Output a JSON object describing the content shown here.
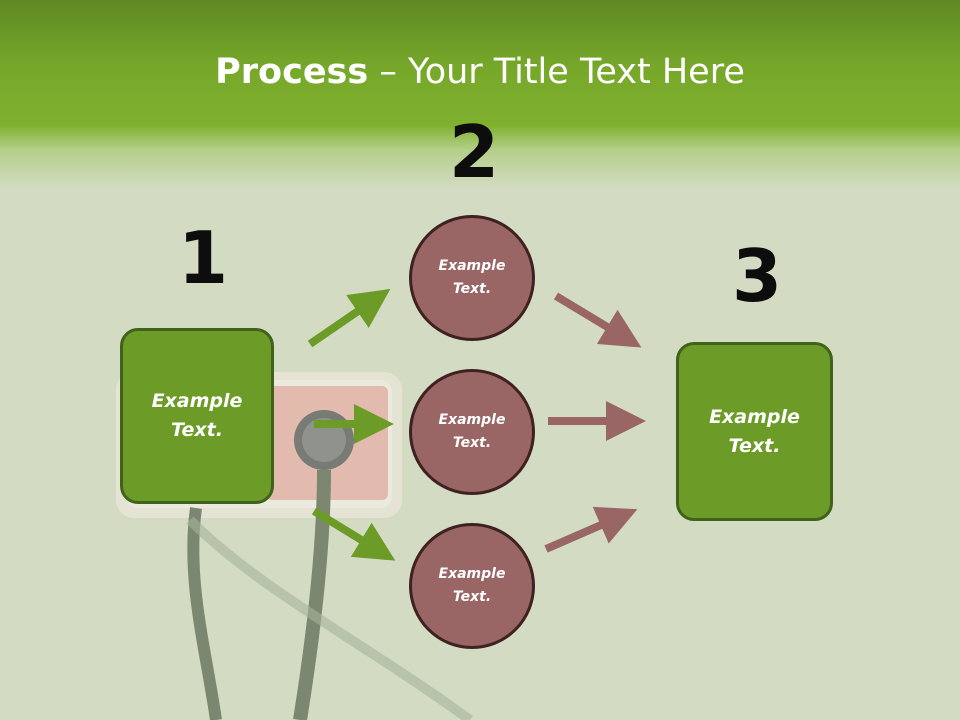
{
  "title": {
    "bold": "Process",
    "rest": " – Your Title Text Here"
  },
  "steps": {
    "one": "1",
    "two": "2",
    "three": "3"
  },
  "nodes": {
    "left_box": "Example Text.",
    "circle_top": "Example Text.",
    "circle_middle": "Example Text.",
    "circle_bottom": "Example Text.",
    "right_box": "Example Text."
  },
  "colors": {
    "header_green": "#7fb02e",
    "box_fill": "#6c9b27",
    "circle_fill": "#996565",
    "green_arrow": "#6c9b27",
    "red_arrow": "#996565"
  },
  "icons": [
    "arrow-right-icon",
    "arrow-up-right-icon",
    "arrow-down-right-icon"
  ]
}
